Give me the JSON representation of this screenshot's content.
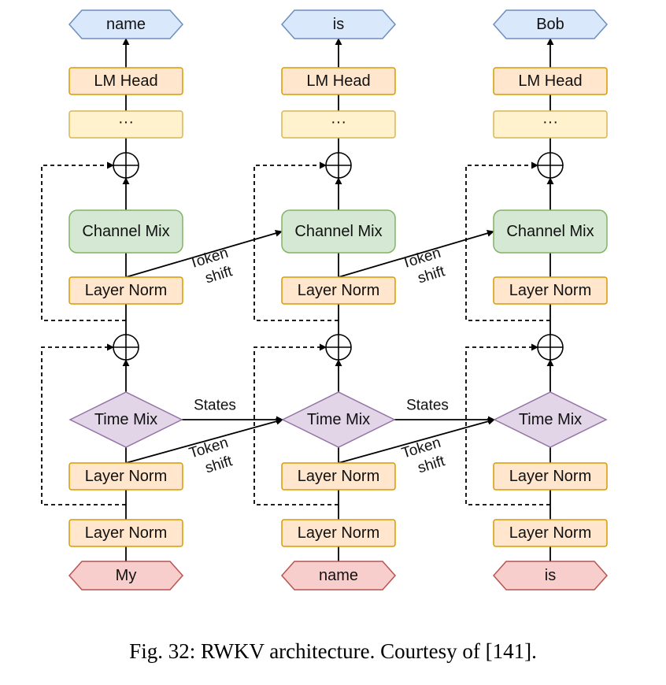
{
  "colors": {
    "layer_norm_fill": "#ffe6cc",
    "layer_norm_stroke": "#d79b00",
    "dots_fill": "#fff2cc",
    "dots_stroke": "#d6b656",
    "channel_mix_fill": "#d5e8d4",
    "channel_mix_stroke": "#82b366",
    "time_mix_fill": "#e1d5e7",
    "time_mix_stroke": "#9673a6",
    "output_fill": "#dae8fc",
    "output_stroke": "#6c8ebf",
    "input_fill": "#f8cecc",
    "input_stroke": "#b85450"
  },
  "columns": [
    {
      "output": "name",
      "lm_head": "LM Head",
      "dots": "···",
      "channel_mix": "Channel Mix",
      "layer_norm_cm": "Layer Norm",
      "time_mix": "Time Mix",
      "layer_norm_tm": "Layer Norm",
      "layer_norm_in": "Layer Norm",
      "input": "My"
    },
    {
      "output": "is",
      "lm_head": "LM Head",
      "dots": "···",
      "channel_mix": "Channel Mix",
      "layer_norm_cm": "Layer Norm",
      "time_mix": "Time Mix",
      "layer_norm_tm": "Layer Norm",
      "layer_norm_in": "Layer Norm",
      "input": "name"
    },
    {
      "output": "Bob",
      "lm_head": "LM Head",
      "dots": "···",
      "channel_mix": "Channel Mix",
      "layer_norm_cm": "Layer Norm",
      "time_mix": "Time Mix",
      "layer_norm_tm": "Layer Norm",
      "layer_norm_in": "Layer Norm",
      "input": "is"
    }
  ],
  "connections": [
    {
      "token_shift_top": [
        "Token",
        "shift"
      ],
      "states": "States",
      "token_shift_bottom": [
        "Token",
        "shift"
      ]
    },
    {
      "token_shift_top": [
        "Token",
        "shift"
      ],
      "states": "States",
      "token_shift_bottom": [
        "Token",
        "shift"
      ]
    }
  ],
  "caption": "Fig. 32: RWKV architecture. Courtesy of [141]."
}
